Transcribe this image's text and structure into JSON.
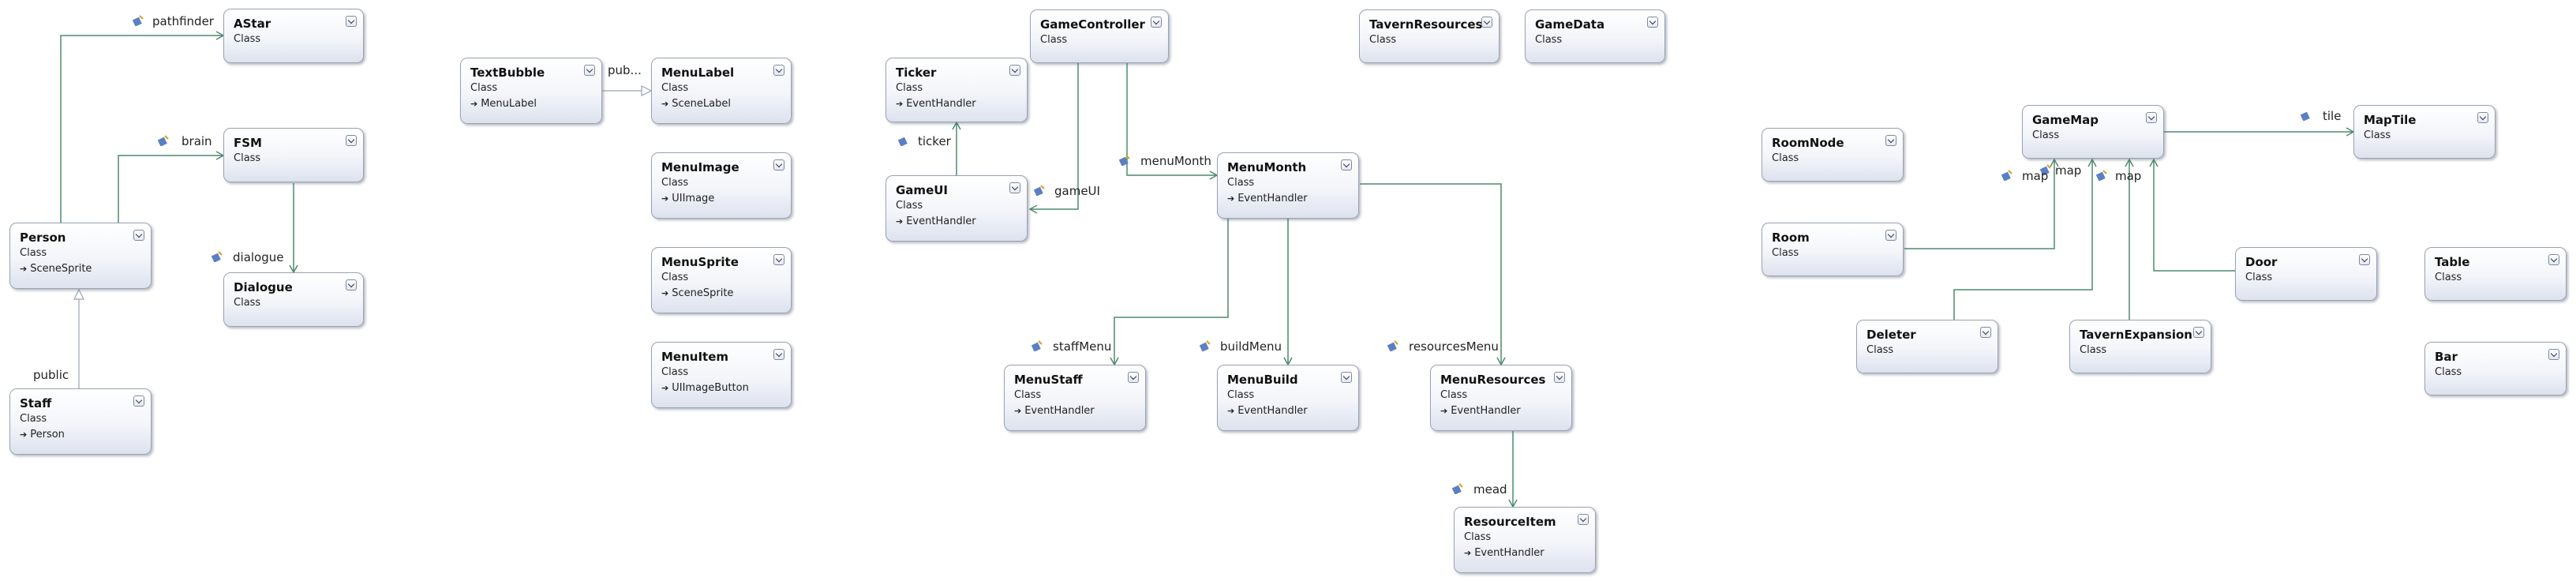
{
  "kind_label": "Class",
  "colors": {
    "edge": "#4f8a6e",
    "text": "#222222",
    "box_border": "#9aa3b2"
  },
  "classes": {
    "astar": {
      "name": "AStar"
    },
    "fsm": {
      "name": "FSM"
    },
    "person": {
      "name": "Person",
      "base": "SceneSprite"
    },
    "dialogue": {
      "name": "Dialogue"
    },
    "staff": {
      "name": "Staff",
      "base": "Person"
    },
    "textbubble": {
      "name": "TextBubble",
      "base": "MenuLabel"
    },
    "menulabel": {
      "name": "MenuLabel",
      "base": "SceneLabel"
    },
    "menuimage": {
      "name": "MenuImage",
      "base": "UIImage"
    },
    "menusprite": {
      "name": "MenuSprite",
      "base": "SceneSprite"
    },
    "menuitem": {
      "name": "MenuItem",
      "base": "UIImageButton"
    },
    "ticker": {
      "name": "Ticker",
      "base": "EventHandler"
    },
    "gameui": {
      "name": "GameUI",
      "base": "EventHandler"
    },
    "gamecontroller": {
      "name": "GameController"
    },
    "menumonth": {
      "name": "MenuMonth",
      "base": "EventHandler"
    },
    "menustaff": {
      "name": "MenuStaff",
      "base": "EventHandler"
    },
    "menubuild": {
      "name": "MenuBuild",
      "base": "EventHandler"
    },
    "menuresources": {
      "name": "MenuResources",
      "base": "EventHandler"
    },
    "resourceitem": {
      "name": "ResourceItem",
      "base": "EventHandler"
    },
    "tavernresources": {
      "name": "TavernResources"
    },
    "gamedata": {
      "name": "GameData"
    },
    "roomnode": {
      "name": "RoomNode"
    },
    "room": {
      "name": "Room"
    },
    "deleter": {
      "name": "Deleter"
    },
    "gamemap": {
      "name": "GameMap"
    },
    "taverexpansion": {
      "name": "TavernExpansion"
    },
    "door": {
      "name": "Door"
    },
    "maptile": {
      "name": "MapTile"
    },
    "table": {
      "name": "Table"
    },
    "bar": {
      "name": "Bar"
    }
  },
  "labels": {
    "pathfinder": "pathfinder",
    "brain": "brain",
    "dialogue": "dialogue",
    "public": "public",
    "pub": "pub...",
    "ticker": "ticker",
    "gameui": "gameUI",
    "menumonth": "menuMonth",
    "staffmenu": "staffMenu",
    "buildmenu": "buildMenu",
    "resourcesmenu": "resourcesMenu",
    "mead": "mead",
    "tile": "tile",
    "map1": "map",
    "map2": "map",
    "map3": "map"
  }
}
